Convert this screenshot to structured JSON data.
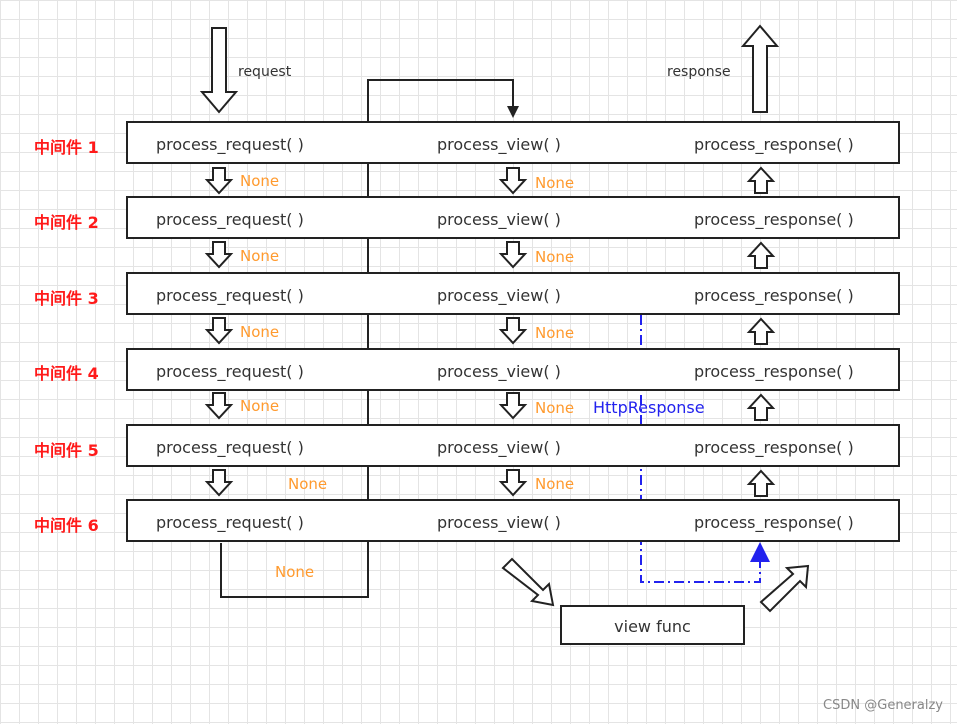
{
  "top": {
    "request_label": "request",
    "response_label": "response"
  },
  "middlewares": [
    {
      "label": "中间件 1",
      "process_request": "process_request( )",
      "process_view": "process_view( )",
      "process_response": "process_response( )"
    },
    {
      "label": "中间件 2",
      "process_request": "process_request( )",
      "process_view": "process_view( )",
      "process_response": "process_response( )"
    },
    {
      "label": "中间件 3",
      "process_request": "process_request( )",
      "process_view": "process_view( )",
      "process_response": "process_response( )"
    },
    {
      "label": "中间件 4",
      "process_request": "process_request( )",
      "process_view": "process_view( )",
      "process_response": "process_response( )"
    },
    {
      "label": "中间件 5",
      "process_request": "process_request( )",
      "process_view": "process_view( )",
      "process_response": "process_response( )"
    },
    {
      "label": "中间件 6",
      "process_request": "process_request( )",
      "process_view": "process_view( )",
      "process_response": "process_response( )"
    }
  ],
  "none_label": "None",
  "http_response_label": "HttpResponse",
  "view_func_label": "view func",
  "watermark": "CSDN @Generalzy",
  "colors": {
    "middleware_label": "#ff1a1a",
    "none": "#ff9a2e",
    "http_response": "#2222ee"
  }
}
